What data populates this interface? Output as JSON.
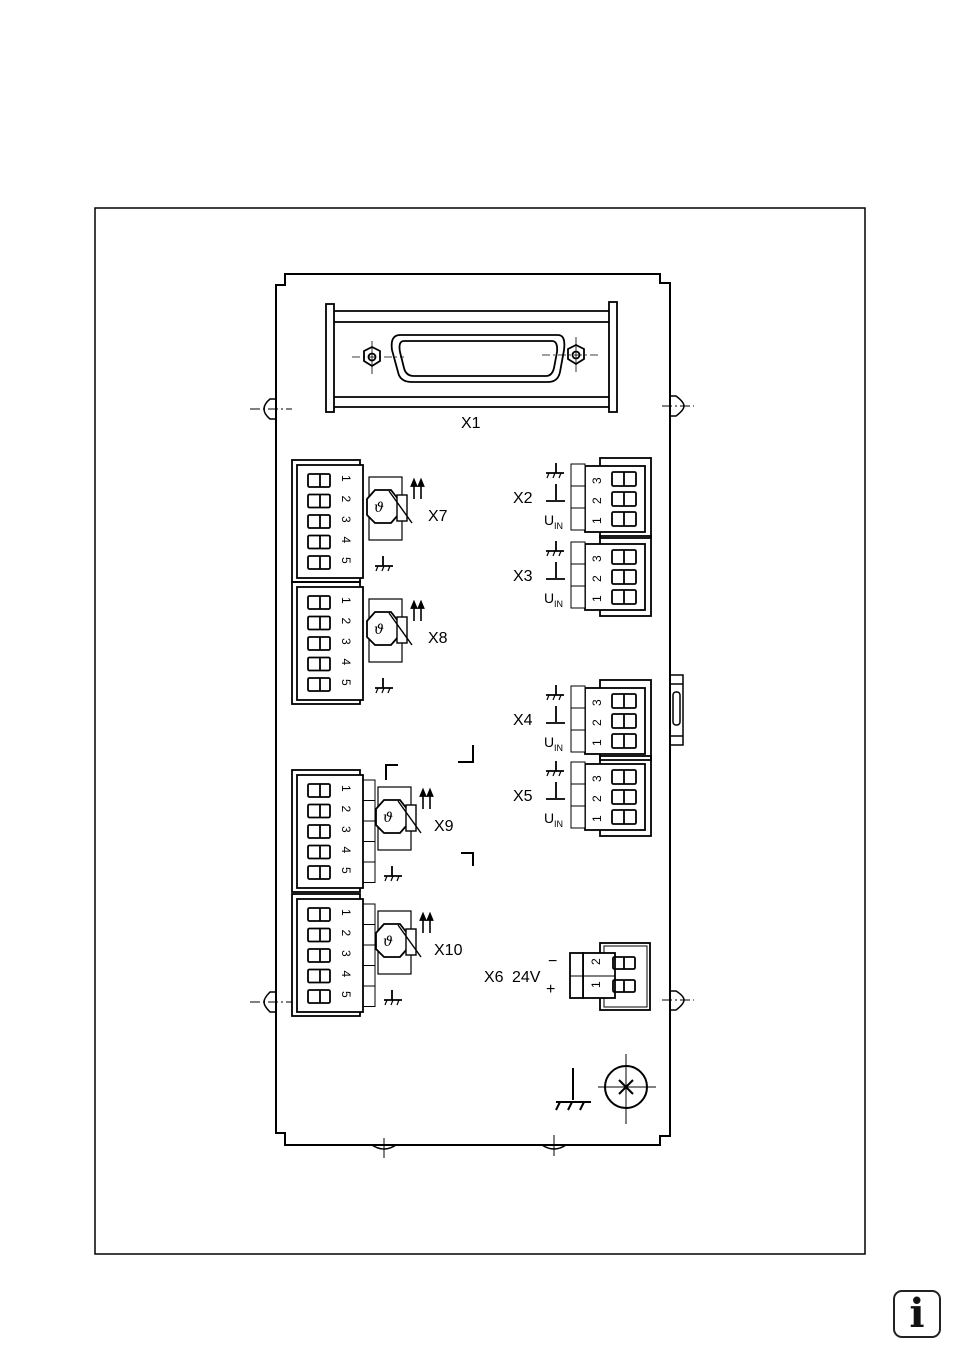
{
  "diagram": {
    "title_connector": "X1",
    "connectors_5pin": [
      {
        "label": "X7",
        "pins": [
          "1",
          "2",
          "3",
          "4",
          "5"
        ]
      },
      {
        "label": "X8",
        "pins": [
          "1",
          "2",
          "3",
          "4",
          "5"
        ]
      },
      {
        "label": "X9",
        "pins": [
          "1",
          "2",
          "3",
          "4",
          "5"
        ]
      },
      {
        "label": "X10",
        "pins": [
          "1",
          "2",
          "3",
          "4",
          "5"
        ]
      }
    ],
    "connectors_3pin": [
      {
        "label": "X2",
        "pins": [
          "1",
          "2",
          "3"
        ],
        "signal": "U",
        "signal_sub": "IN"
      },
      {
        "label": "X3",
        "pins": [
          "1",
          "2",
          "3"
        ],
        "signal": "U",
        "signal_sub": "IN"
      },
      {
        "label": "X4",
        "pins": [
          "1",
          "2",
          "3"
        ],
        "signal": "U",
        "signal_sub": "IN"
      },
      {
        "label": "X5",
        "pins": [
          "1",
          "2",
          "3"
        ],
        "signal": "U",
        "signal_sub": "IN"
      }
    ],
    "power_connector": {
      "label": "X6",
      "voltage": "24V",
      "minus": "−",
      "plus": "+",
      "pins": [
        "1",
        "2"
      ]
    },
    "temp_symbol": "ϑ",
    "arrows_symbol": "↑↑"
  },
  "info_icon": {
    "glyph": "i",
    "name": "info-icon"
  }
}
